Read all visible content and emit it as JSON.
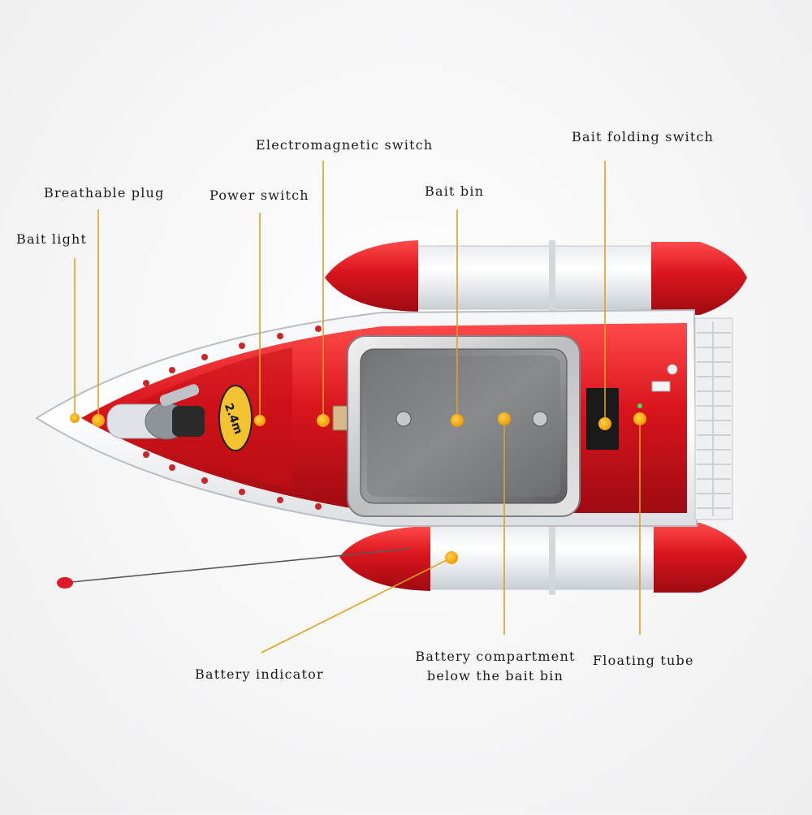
{
  "labels": {
    "bait_light": "Bait light",
    "breathable_plug": "Breathable plug",
    "power_switch": "Power switch",
    "electromagnetic_switch": "Electromagnetic switch",
    "bait_bin": "Bait bin",
    "bait_folding_switch": "Bait folding switch",
    "battery_indicator": "Battery indicator",
    "battery_compartment_line1": "Battery compartment",
    "battery_compartment_line2": "below the bait bin",
    "floating_tube": "Floating tube"
  },
  "hull_badge": "2.4m",
  "colors": {
    "hull_red": "#d9141c",
    "float_red": "#d8141b",
    "marker": "#f5a300",
    "leader_line": "#e0a020",
    "bin_metal": "#8c8d90"
  }
}
